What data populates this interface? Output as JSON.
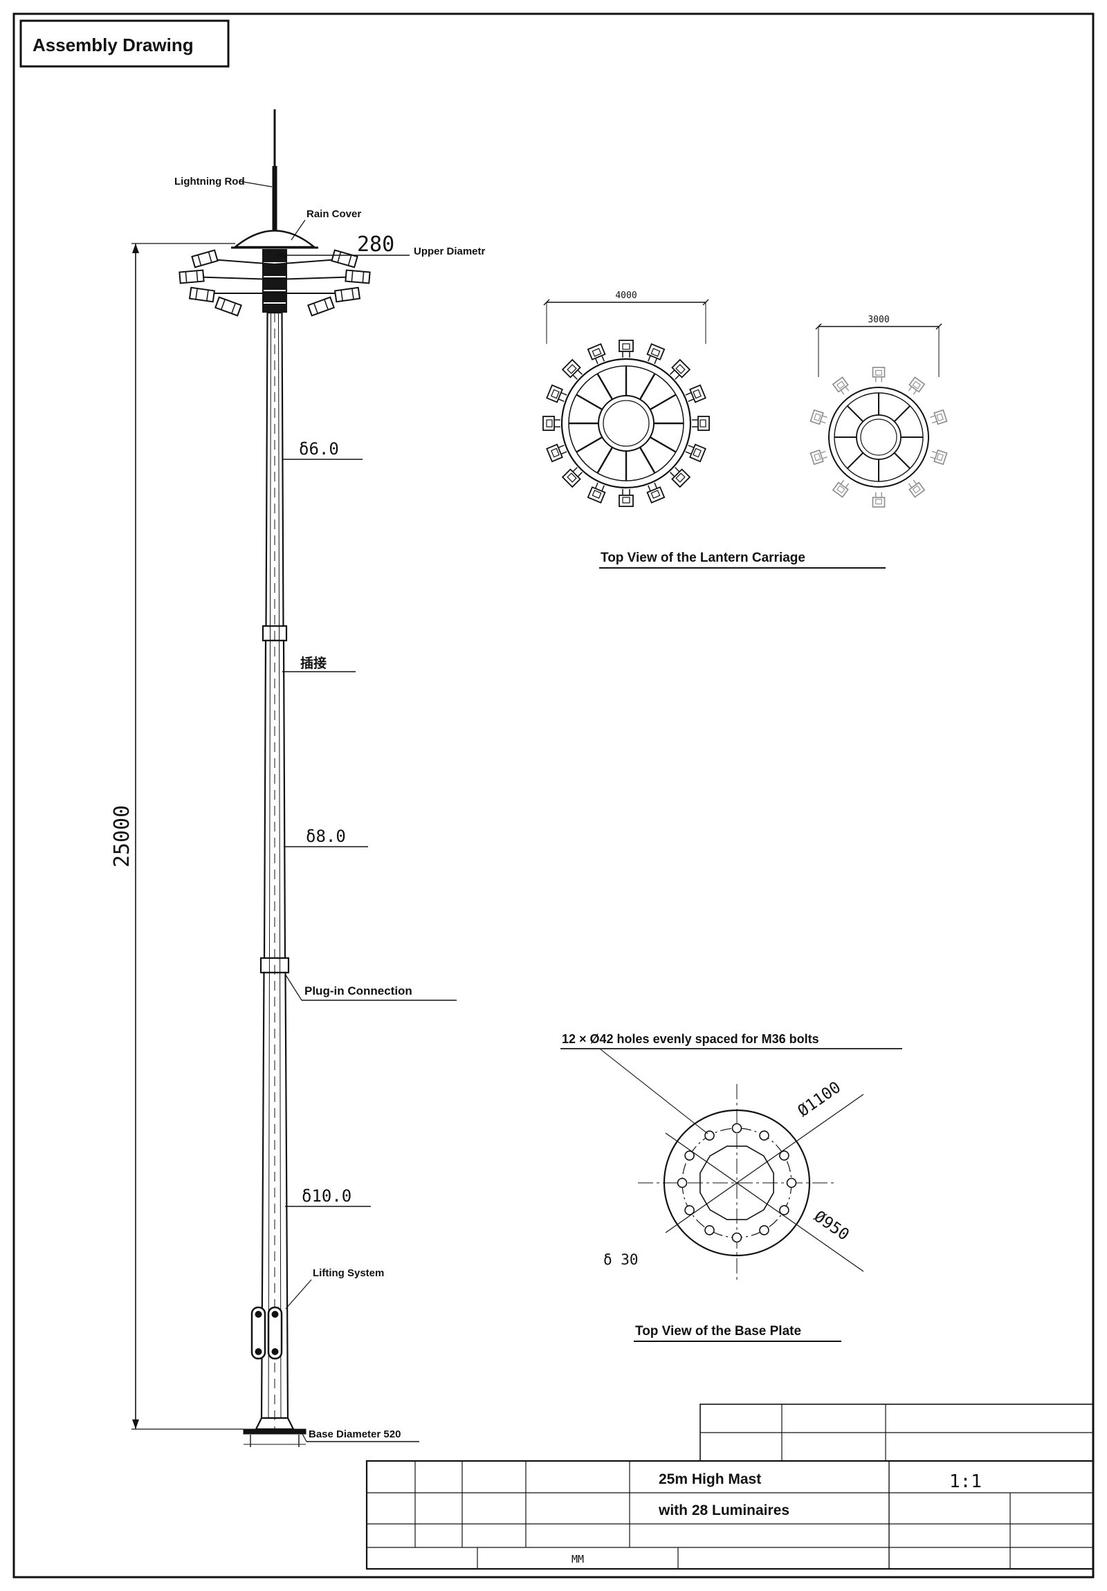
{
  "page": {
    "title": "Assembly Drawing"
  },
  "mast": {
    "lightning_rod": "Lightning Rod",
    "rain_cover": "Rain Cover",
    "upper_diameter_value": "280",
    "upper_diameter_label": "Upper Diametr",
    "wall_top": "δ6.0",
    "joint_label_cn": "插接",
    "wall_mid": "δ8.0",
    "plug_in": "Plug-in Connection",
    "wall_bottom": "δ10.0",
    "lifting": "Lifting System",
    "base_diameter": "Base Diameter 520",
    "total_height": "25000"
  },
  "lantern": {
    "dim_large": "4000",
    "dim_small": "3000",
    "caption": "Top View of the Lantern Carriage"
  },
  "base_plate": {
    "note": "12 × Ø42 holes evenly spaced for M36 bolts",
    "dim_outer": "Ø1100",
    "dim_bolts": "Ø950",
    "thickness": "δ 30",
    "caption": "Top View of the Base Plate"
  },
  "title_block": {
    "line1": "25m High Mast",
    "line2": "with 28 Luminaires",
    "scale": "1:1",
    "units": "MM"
  }
}
